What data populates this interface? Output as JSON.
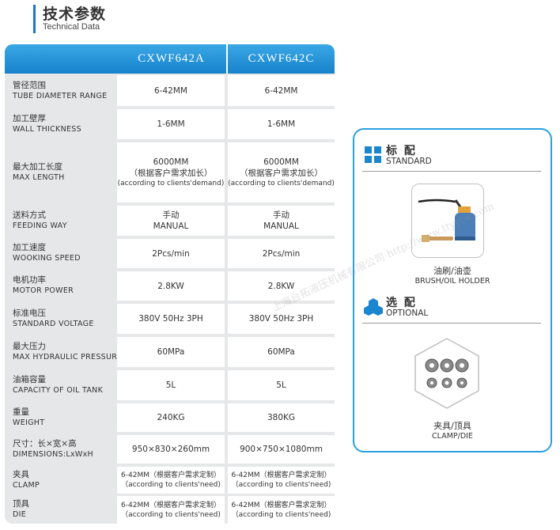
{
  "header": {
    "title": "技术参数",
    "subtitle": "Technical Data"
  },
  "table": {
    "columns": [
      "CXWF642A",
      "CXWF642C"
    ],
    "rows": [
      {
        "cn": "管径范围",
        "en": "TUBE DIAMETER RANGE",
        "a": "6-42MM",
        "b": "6-42MM"
      },
      {
        "cn": "加工壁厚",
        "en": "WALL THICKNESS",
        "a": "1-6MM",
        "b": "1-6MM"
      },
      {
        "cn": "最大加工长度",
        "en": "MAX LENGTH",
        "a": "6000MM",
        "a2": "（根据客户需求加长）",
        "a3": "(according to clients'demand)",
        "b": "6000MM",
        "b2": "（根据客户需求加长）",
        "b3": "(according to clients'demand)"
      },
      {
        "cn": "送料方式",
        "en": "FEEDING WAY",
        "a": "手动",
        "a2": "MANUAL",
        "b": "手动",
        "b2": "MANUAL"
      },
      {
        "cn": "加工速度",
        "en": "WOOKING SPEED",
        "a": "2Pcs/min",
        "b": "2Pcs/min"
      },
      {
        "cn": "电机功率",
        "en": "MOTOR POWER",
        "a": "2.8KW",
        "b": "2.8KW"
      },
      {
        "cn": "标准电压",
        "en": "STANDARD VOLTAGE",
        "a": "380V 50Hz 3PH",
        "b": "380V 50Hz 3PH"
      },
      {
        "cn": "最大压力",
        "en": "MAX HYDRAULIC PRESSURE",
        "a": "60MPa",
        "b": "60MPa"
      },
      {
        "cn": "油箱容量",
        "en": "CAPACITY OF OIL TANK",
        "a": "5L",
        "b": "5L"
      },
      {
        "cn": "重量",
        "en": "WEIGHT",
        "a": "240KG",
        "b": "380KG"
      },
      {
        "cn": "尺寸：长×宽×高",
        "en": "DIMENSIONS:LxWxH",
        "a": "950×830×260mm",
        "b": "900×750×1080mm"
      },
      {
        "cn": "夹具",
        "en": "CLAMP",
        "a": "6-42MM（根据客户需求定制）",
        "a2": "（according to clients'need)",
        "b": "6-42MM（根据客户需求定制）",
        "b2": "（according to clients'need)"
      },
      {
        "cn": "顶具",
        "en": "DIE",
        "a": "6-42MM（根据客户需求定制）",
        "a2": "（according to clients'need)",
        "b": "6-42MM（根据客户需求定制）",
        "b2": "（according to clients'need)"
      }
    ]
  },
  "panel": {
    "standard": {
      "title": "标 配",
      "subtitle": "STANDARD",
      "caption_cn": "油刷/油壶",
      "caption_en": "BRUSH/OIL HOLDER"
    },
    "optional": {
      "title": "选 配",
      "subtitle": "OPTIONAL",
      "caption_cn": "夹具/顶具",
      "caption_en": "CLAMP/DIE"
    }
  },
  "watermark": "上海台拓液压机械有限公司  http://www.ttyytw.com",
  "colors": {
    "accent": "#1a86cf",
    "row_bg": "#e6e7e8",
    "cell_bg": "#ffffff",
    "panel_border": "#2aa0df"
  }
}
